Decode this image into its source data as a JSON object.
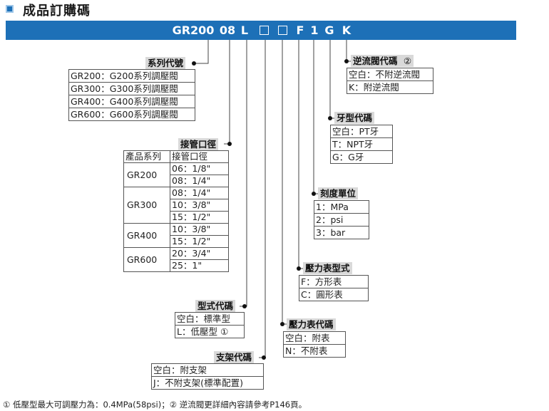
{
  "title": "成品訂購碼",
  "code": {
    "chars": [
      "GR200",
      "08",
      "L",
      "",
      "",
      "F",
      "1",
      "G",
      "K"
    ]
  },
  "series": {
    "title": "系列代號",
    "rows": [
      "GR200：G200系列調壓閥",
      "GR300：G300系列調壓閥",
      "GR400：G400系列調壓閥",
      "GR600：G600系列調壓閥"
    ]
  },
  "port": {
    "title": "接管口徑",
    "headers": [
      "產品系列",
      "接管口徑"
    ],
    "groups": [
      {
        "series": "GR200",
        "sizes": [
          "06：1/8\"",
          "08：1/4\""
        ]
      },
      {
        "series": "GR300",
        "sizes": [
          "08：1/4\"",
          "10：3/8\"",
          "15：1/2\""
        ]
      },
      {
        "series": "GR400",
        "sizes": [
          "10：3/8\"",
          "15：1/2\""
        ]
      },
      {
        "series": "GR600",
        "sizes": [
          "20：3/4\"",
          "25：1\""
        ]
      }
    ]
  },
  "type_code": {
    "title": "型式代碼",
    "rows": [
      "空白：標準型",
      "L：低壓型 ①"
    ]
  },
  "bracket": {
    "title": "支架代碼",
    "rows": [
      "空白：附支架",
      "J：不附支架(標準配置)"
    ]
  },
  "gauge": {
    "title": "壓力表代碼",
    "rows": [
      "空白：附表",
      "N：不附表"
    ]
  },
  "gauge_type": {
    "title": "壓力表型式",
    "rows": [
      "F：方形表",
      "C：圓形表"
    ]
  },
  "scale": {
    "title": "刻度單位",
    "rows": [
      "1：MPa",
      "2：psi",
      "3：bar"
    ]
  },
  "thread": {
    "title": "牙型代碼",
    "rows": [
      "空白：PT牙",
      "T：NPT牙",
      "G：G牙"
    ]
  },
  "check": {
    "title": "逆流閥代碼",
    "note": "②",
    "rows": [
      "空白：不附逆流閥",
      "K：附逆流閥"
    ]
  },
  "footnote": "① 低壓型最大可調壓力為：0.4MPa(58psi)；② 逆流閥更詳細內容請參考P146頁。",
  "colors": {
    "accent": "#1d70b7",
    "title_bg": "#d9d9d9"
  }
}
